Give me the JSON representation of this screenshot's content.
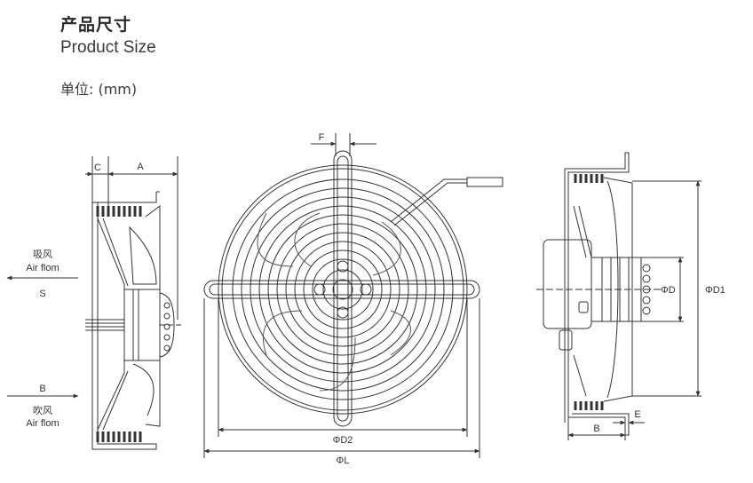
{
  "header": {
    "title_cn": "产品尺寸",
    "title_en": "Product Size",
    "unit": "单位: (mm)"
  },
  "side_view": {
    "dim_c": "C",
    "dim_a": "A",
    "suction_cn": "吸风",
    "suction_en": "Air flom",
    "suction_label": "S",
    "blow_label": "B",
    "blow_cn": "吹风",
    "blow_en": "Air flom"
  },
  "front_view": {
    "dim_f": "F",
    "dim_d2": "ΦD2",
    "dim_l": "ΦL"
  },
  "rear_view": {
    "dim_d": "ΦD",
    "dim_d1": "ΦD1",
    "dim_b": "B",
    "dim_e": "E"
  },
  "colors": {
    "line": "#333333",
    "text": "#2b2b2b"
  }
}
